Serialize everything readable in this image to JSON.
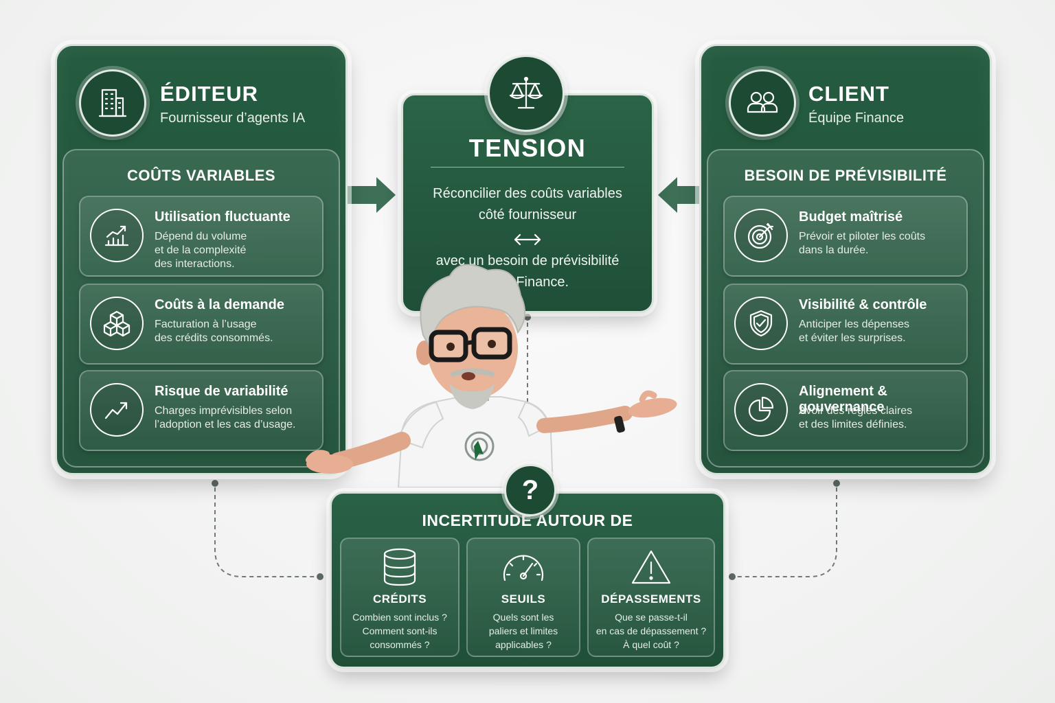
{
  "editeur": {
    "title": "ÉDITEUR",
    "subtitle": "Fournisseur d’agents IA",
    "icon": "building-icon",
    "section_title": "COÛTS VARIABLES",
    "items": [
      {
        "title": "Utilisation fluctuante",
        "text": "Dépend du volume\net de la complexité\ndes interactions.",
        "icon": "bar-chart-trend-icon"
      },
      {
        "title": "Coûts à la demande",
        "text": "Facturation à l’usage\ndes crédits consommés.",
        "icon": "cubes-icon"
      },
      {
        "title": "Risque de variabilité",
        "text": "Charges imprévisibles selon\nl’adoption et les cas d’usage.",
        "icon": "trend-line-icon"
      }
    ]
  },
  "client": {
    "title": "CLIENT",
    "subtitle": "Équipe Finance",
    "icon": "users-icon",
    "section_title": "BESOIN DE PRÉVISIBILITÉ",
    "items": [
      {
        "title": "Budget maîtrisé",
        "text": "Prévoir et piloter les coûts\ndans la durée.",
        "icon": "target-icon"
      },
      {
        "title": "Visibilité & contrôle",
        "text": "Anticiper les dépenses\net éviter les surprises.",
        "icon": "shield-check-icon"
      },
      {
        "title": "Alignement & gouvernance",
        "text": "Avoir des règles claires\net des limites définies.",
        "icon": "pie-chart-icon"
      }
    ]
  },
  "tension": {
    "title": "TENSION",
    "icon": "scale-icon",
    "line1": "Réconcilier des coûts variables\ncôté fournisseur",
    "line2": "avec un besoin de prévisibilité\ncôté Finance."
  },
  "uncertainty": {
    "title": "INCERTITUDE AUTOUR DE",
    "badge": "?",
    "items": [
      {
        "title": "CRÉDITS",
        "text": "Combien sont inclus ?\nComment sont-ils\nconsommés ?",
        "icon": "database-icon"
      },
      {
        "title": "SEUILS",
        "text": "Quels sont les\npaliers et limites\napplicables ?",
        "icon": "gauge-icon"
      },
      {
        "title": "DÉPASSEMENTS",
        "text": "Que se passe-t-il\nen cas de dépassement ?\nÀ quel coût ?",
        "icon": "warning-icon"
      }
    ]
  },
  "colors": {
    "primary_green": "#1f4f37",
    "accent_green": "#2b6447",
    "background": "#f1f2f1",
    "text": "#ffffff"
  }
}
